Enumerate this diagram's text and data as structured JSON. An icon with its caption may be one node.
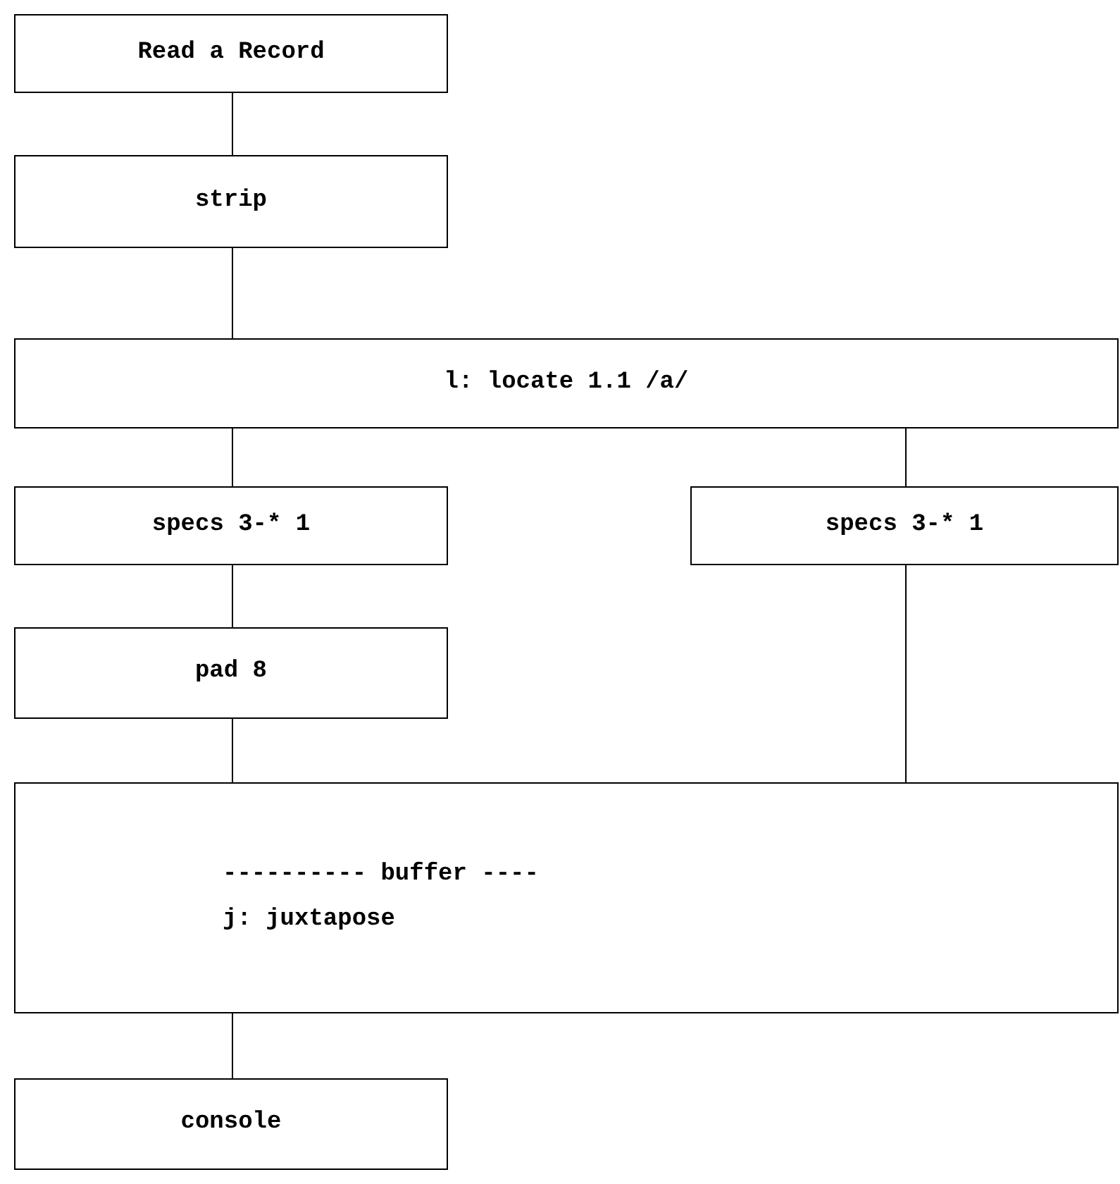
{
  "diagram": {
    "nodes": [
      {
        "text": [
          "Read a Record"
        ]
      },
      {
        "text": [
          "strip"
        ]
      },
      {
        "text": [
          "l: locate 1.1 /a/"
        ]
      },
      {
        "text": [
          "specs 3-* 1"
        ]
      },
      {
        "text": [
          "specs 3-* 1"
        ]
      },
      {
        "text": [
          "pad 8"
        ]
      },
      {
        "text": [
          "---------- buffer ----",
          "j: juxtapose"
        ]
      },
      {
        "text": [
          "console"
        ]
      }
    ],
    "edges": [
      {
        "from": 0,
        "to": 1,
        "arrow": "none"
      },
      {
        "from": 1,
        "to": 2,
        "arrow": "none"
      },
      {
        "from": 2,
        "to": 3,
        "arrow": "none"
      },
      {
        "from": 2,
        "to": 4,
        "arrow": "none"
      },
      {
        "from": 3,
        "to": 5,
        "arrow": "none"
      },
      {
        "from": 5,
        "to": 6,
        "arrow": "none"
      },
      {
        "from": 4,
        "to": 6,
        "arrow": "none"
      },
      {
        "from": 6,
        "to": 7,
        "arrow": "none"
      }
    ]
  }
}
